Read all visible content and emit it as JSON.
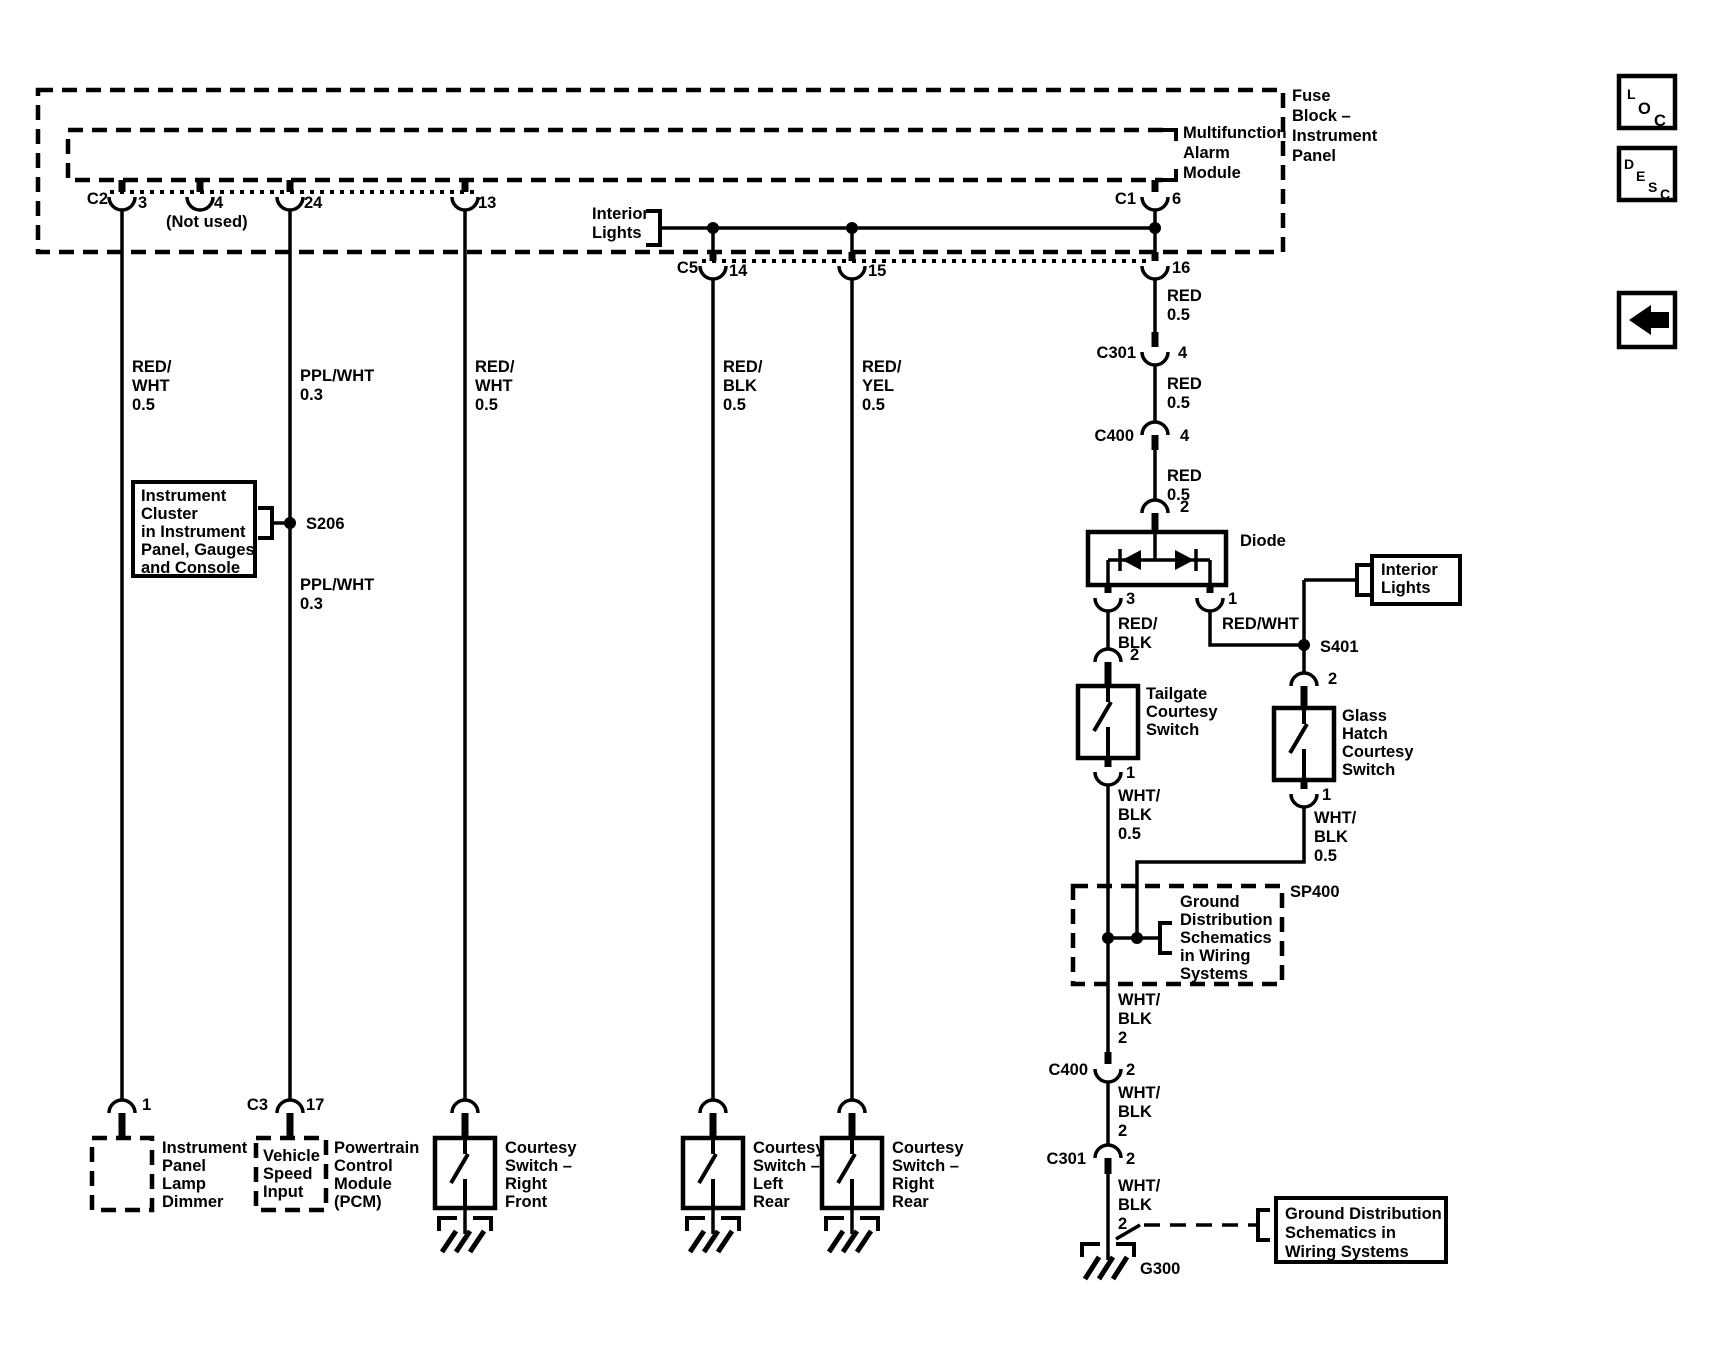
{
  "buttons": {
    "loc": [
      "L",
      "O",
      "C"
    ],
    "desc": [
      "D",
      "E",
      "S",
      "C"
    ]
  },
  "header_boxes": {
    "fuse_block": [
      "Fuse",
      "Block –",
      "Instrument",
      "Panel"
    ],
    "alarm_module": [
      "Multifunction",
      "Alarm",
      "Module"
    ]
  },
  "interior_lights": [
    "Interior",
    "Lights"
  ],
  "connector_pins": {
    "c2": "C2",
    "pin3": "3",
    "pin4": "4",
    "pin4_note": "(Not used)",
    "pin24": "24",
    "pin13": "13",
    "c1": "C1",
    "pin6": "6",
    "c5": "C5",
    "pin14": "14",
    "pin15": "15",
    "pin16": "16",
    "c301_top": "C301",
    "c301_top_pin": "4",
    "c400_top": "C400",
    "c400_top_pin": "4",
    "diode_pin2": "2",
    "diode_pin3": "3",
    "diode_pin1": "1",
    "tailgate_pin2": "2",
    "tailgate_pin1": "1",
    "glass_pin2": "2",
    "glass_pin1": "1",
    "c400_bottom": "C400",
    "c400_bottom_pin": "2",
    "c301_bottom": "C301",
    "c301_bottom_pin": "2",
    "dimmer_pin1": "1",
    "c3": "C3",
    "c3_pin17": "17"
  },
  "wire_labels": {
    "red_wht_05": [
      "RED/",
      "WHT",
      "0.5"
    ],
    "ppl_wht_03": [
      "PPL/WHT",
      "0.3"
    ],
    "red_blk_05": [
      "RED/",
      "BLK",
      "0.5"
    ],
    "red_yel_05": [
      "RED/",
      "YEL",
      "0.5"
    ],
    "red_05": [
      "RED",
      "0.5"
    ],
    "red_blk": [
      "RED/",
      "BLK"
    ],
    "red_wht": "RED/WHT",
    "wht_blk_05": [
      "WHT/",
      "BLK",
      "0.5"
    ],
    "wht_blk_2": [
      "WHT/",
      "BLK",
      "2"
    ]
  },
  "splices": {
    "s206": "S206",
    "s401": "S401",
    "sp400": "SP400",
    "g300": "G300"
  },
  "components": {
    "diode": "Diode",
    "instrument_cluster": [
      "Instrument",
      "Cluster",
      "in Instrument",
      "Panel, Gauges",
      "and Console"
    ],
    "tailgate_switch": [
      "Tailgate",
      "Courtesy",
      "Switch"
    ],
    "glass_hatch_switch": [
      "Glass",
      "Hatch",
      "Courtesy",
      "Switch"
    ],
    "panel_dimmer": [
      "Instrument",
      "Panel",
      "Lamp",
      "Dimmer"
    ],
    "vehicle_speed_input": [
      "Vehicle",
      "Speed",
      "Input"
    ],
    "pcm": [
      "Powertrain",
      "Control",
      "Module",
      "(PCM)"
    ],
    "courtesy_right_front": [
      "Courtesy",
      "Switch –",
      "Right",
      "Front"
    ],
    "courtesy_left_rear": [
      "Courtesy",
      "Switch –",
      "Left",
      "Rear"
    ],
    "courtesy_right_rear": [
      "Courtesy",
      "Switch –",
      "Right",
      "Rear"
    ],
    "ground_dist_sp400": [
      "Ground",
      "Distribution",
      "Schematics",
      "in Wiring",
      "Systems"
    ],
    "ground_dist_g300": [
      "Ground Distribution",
      "Schematics in",
      "Wiring Systems"
    ]
  }
}
